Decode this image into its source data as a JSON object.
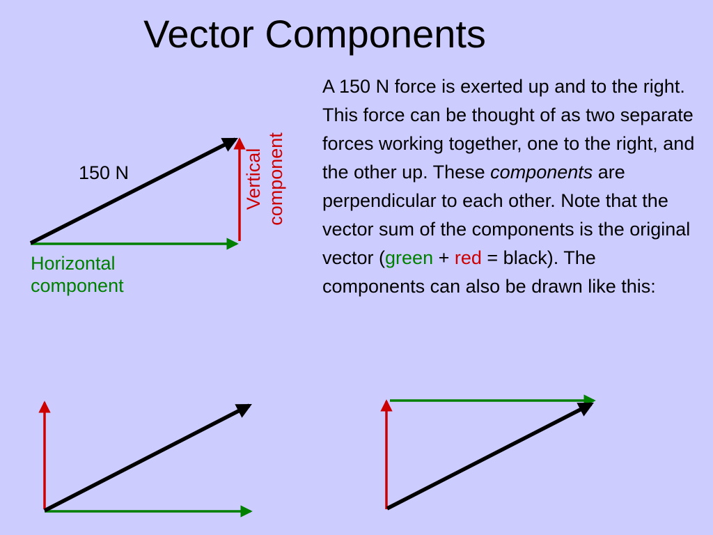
{
  "slide": {
    "title": "Vector Components",
    "paragraph": {
      "part1": "A 150 N force is exerted up and to the right.  This force can be thought of as two separate forces working together, one to the right, and the other up.  These ",
      "emphasis": "components",
      "part2": " are perpendicular to each other.  Note that the vector sum of the components is the original vector (",
      "green_word": "green",
      "plus": " + ",
      "red_word": "red",
      "part3": " = black).  The components can also be drawn like this:"
    }
  },
  "diagram": {
    "force_label": "150 N",
    "horizontal_label_line1": "Horizontal",
    "horizontal_label_line2": "component",
    "vertical_label_line1": "Vertical",
    "vertical_label_line2": "component"
  },
  "colors": {
    "background": "#ccccff",
    "resultant": "#000000",
    "horizontal": "#008000",
    "vertical": "#cc0000"
  }
}
